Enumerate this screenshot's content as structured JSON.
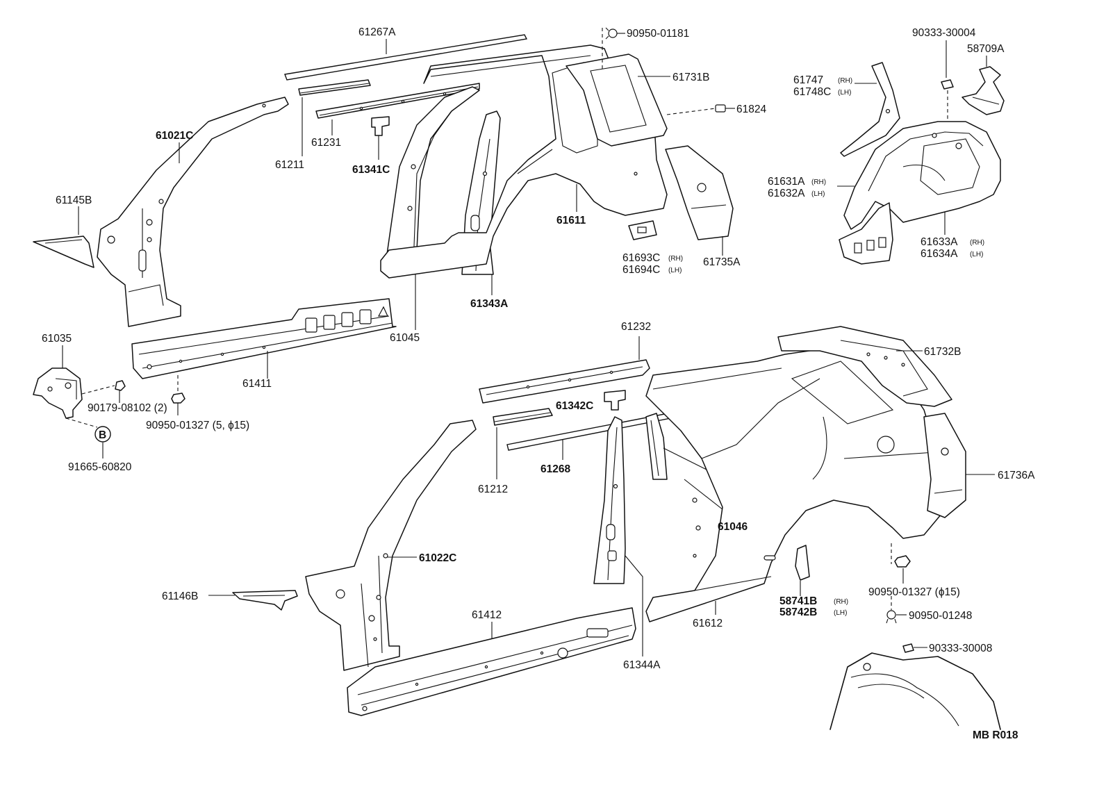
{
  "labels": {
    "p61267A": "61267A",
    "p90950_01181": "90950-01181",
    "p90333_30004": "90333-30004",
    "p58709A": "58709A",
    "p61731B": "61731B",
    "p61747": "61747",
    "p61748C": "61748C",
    "rh": "(RH)",
    "lh": "(LH)",
    "p61824": "61824",
    "p61021C": "61021C",
    "p61231": "61231",
    "p61211": "61211",
    "p61341C": "61341C",
    "p61145B": "61145B",
    "p61611": "61611",
    "p61631A": "61631A",
    "p61632A": "61632A",
    "p61693C": "61693C",
    "p61694C": "61694C",
    "p61735A": "61735A",
    "p61633A": "61633A",
    "p61634A": "61634A",
    "p61343A": "61343A",
    "p61045": "61045",
    "p61035": "61035",
    "p61232": "61232",
    "p61732B": "61732B",
    "p61411": "61411",
    "p90179_08102": "90179-08102 (2)",
    "p90950_01327a": "90950-01327 (5, ϕ15)",
    "mark_b": "B",
    "p91665_60820": "91665-60820",
    "p61342C": "61342C",
    "p61268": "61268",
    "p61212": "61212",
    "p61736A": "61736A",
    "p61046": "61046",
    "p61022C": "61022C",
    "p61146B": "61146B",
    "p58741B": "58741B",
    "p58742B": "58742B",
    "p90950_01327b": "90950-01327 (ϕ15)",
    "p90950_01248": "90950-01248",
    "p61412": "61412",
    "p61612": "61612",
    "p61344A": "61344A",
    "p90333_30008": "90333-30008",
    "diagram_code": "MB  R018"
  }
}
